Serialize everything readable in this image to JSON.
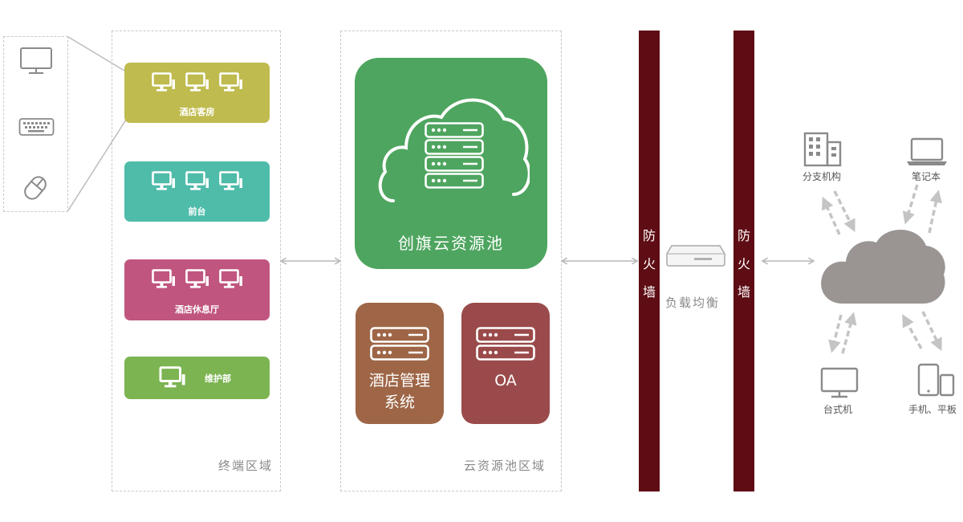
{
  "regions": {
    "terminal": "终端区域",
    "cloud_pool": "云资源池区域"
  },
  "peripherals": [
    {
      "name": "monitor",
      "icon": "monitor-icon"
    },
    {
      "name": "keyboard",
      "icon": "keyboard-icon"
    },
    {
      "name": "mouse",
      "icon": "mouse-icon"
    }
  ],
  "terminals": [
    {
      "label": "酒店客房",
      "color": "#bfbb4e",
      "count": 3
    },
    {
      "label": "前台",
      "color": "#4fbcaa",
      "count": 3
    },
    {
      "label": "酒店休息厅",
      "color": "#c0567f",
      "count": 3
    },
    {
      "label": "维护部",
      "color": "#7cb451",
      "count": 1
    }
  ],
  "cloud_pool": {
    "title": "创旗云资源池",
    "color": "#4ea55f"
  },
  "services": [
    {
      "label": "酒店管理\n系统",
      "color": "#9e6647"
    },
    {
      "label": "OA",
      "color": "#9a4a4a"
    }
  ],
  "firewalls": [
    {
      "label": "防\n火\n墙",
      "color": "#5e0d14"
    },
    {
      "label": "防\n火\n墙",
      "color": "#5e0d14"
    }
  ],
  "load_balancer": {
    "label": "负载均衡"
  },
  "internet_devices": [
    {
      "label": "分支机构",
      "icon": "building-icon"
    },
    {
      "label": "笔记本",
      "icon": "laptop-icon"
    },
    {
      "label": "台式机",
      "icon": "desktop-icon"
    },
    {
      "label": "手机、平板",
      "icon": "phone-tablet-icon"
    }
  ],
  "colors": {
    "cloud_gray": "#9a9593",
    "arrow_gray": "#c4c4c4",
    "icon_gray": "#8a8a8a"
  }
}
